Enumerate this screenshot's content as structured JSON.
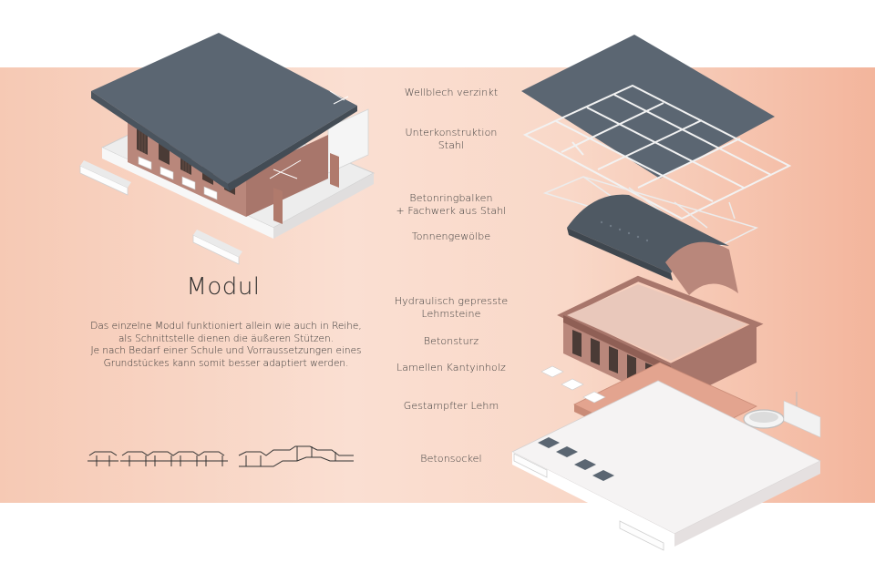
{
  "module": {
    "title": "Modul",
    "description": [
      "Das einzelne Modul funktioniert allein wie auch in Reihe,",
      "als Schnittstelle dienen die äußeren Stützen.",
      "Je nach Bedarf einer Schule und Vorraussetzungen eines",
      "Grundstückes kann somit besser adaptiert werden."
    ]
  },
  "layers": [
    "Wellblech verzinkt",
    "Unterkonstruktion Stahl",
    "Betonringbalken + Fachwerk aus Stahl",
    "Tonnengewölbe",
    "Hydraulisch gepresste Lehmsteine",
    "Betonsturz",
    "Lamellen Kantyinholz",
    "Gestampfter Lehm",
    "Betonsockel"
  ],
  "layer_lines": [
    [
      "Wellblech verzinkt"
    ],
    [
      "Unterkonstruktion",
      "Stahl"
    ],
    [
      "Betonringbalken",
      "+ Fachwerk aus Stahl"
    ],
    [
      "Tonnengewölbe"
    ],
    [
      "Hydraulisch gepresste",
      "Lehmsteine"
    ],
    [
      "Betonsturz"
    ],
    [
      "Lamellen Kantyinholz"
    ],
    [
      "Gestampfter Lehm"
    ],
    [
      "Betonsockel"
    ]
  ],
  "colors": {
    "roof": "#5b6672",
    "brick": "#b9877b",
    "concrete": "#f3f1f1",
    "band_left": "#f6c9b4",
    "band_right": "#f3b59c"
  }
}
